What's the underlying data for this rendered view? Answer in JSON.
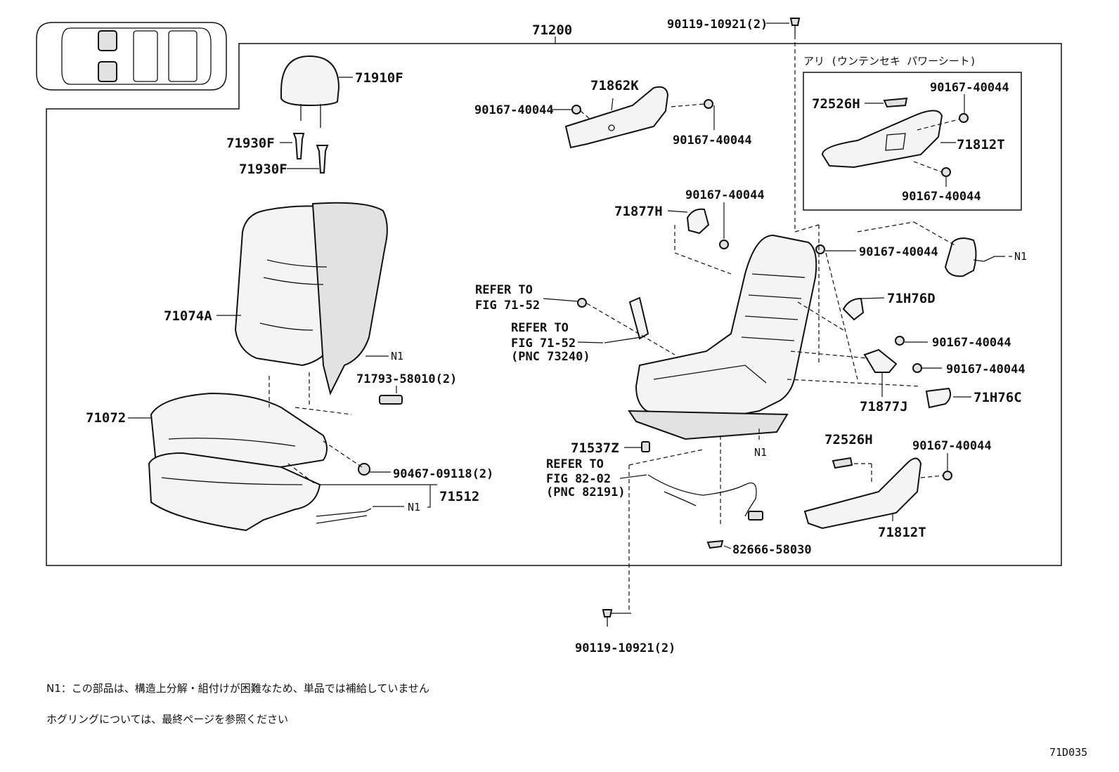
{
  "title_partno": "71200",
  "figure_code": "71D035",
  "power_seat_note": "アリ (ウンテンセキ パワーシート)",
  "labels": {
    "l71910F": "71910F",
    "l71930F_a": "71930F",
    "l71930F_b": "71930F",
    "l71074A": "71074A",
    "n1_a": "N1",
    "l71793": "71793-58010(2)",
    "l71072": "71072",
    "l90467": "90467-09118(2)",
    "n1_b": "N1",
    "l71512": "71512",
    "l71862K": "71862K",
    "b90167_a": "90167-40044",
    "b90167_b": "90167-40044",
    "b90119_top": "90119-10921(2)",
    "l71877H": "71877H",
    "b90167_c": "90167-40044",
    "ref1_a": "REFER TO",
    "ref1_b": "FIG 71-52",
    "ref2_a": "REFER TO",
    "ref2_b": "FIG 71-52",
    "ref2_c": "(PNC 73240)",
    "l71537Z": "71537Z",
    "ref3_a": "REFER TO",
    "ref3_b": "FIG 82-02",
    "ref3_c": "(PNC 82191)",
    "n1_c": "N1",
    "l82666": "82666-58030",
    "b90119_bottom": "90119-10921(2)",
    "l72526H_a": "72526H",
    "b90167_d": "90167-40044",
    "l71812T_a": "71812T",
    "b90167_e": "90167-40044",
    "b90167_f": "90167-40044",
    "n1_d": "N1",
    "l71H76D": "71H76D",
    "b90167_g": "90167-40044",
    "b90167_h": "90167-40044",
    "l71877J": "71877J",
    "l71H76C": "71H76C",
    "l72526H_b": "72526H",
    "b90167_i": "90167-40044",
    "l71812T_b": "71812T"
  },
  "notes": {
    "note1": "N1：この部品は、構造上分解・組付けが困難なため、単品では補給していません",
    "note2": "ホグリングについては、最終ページを参照ください"
  }
}
